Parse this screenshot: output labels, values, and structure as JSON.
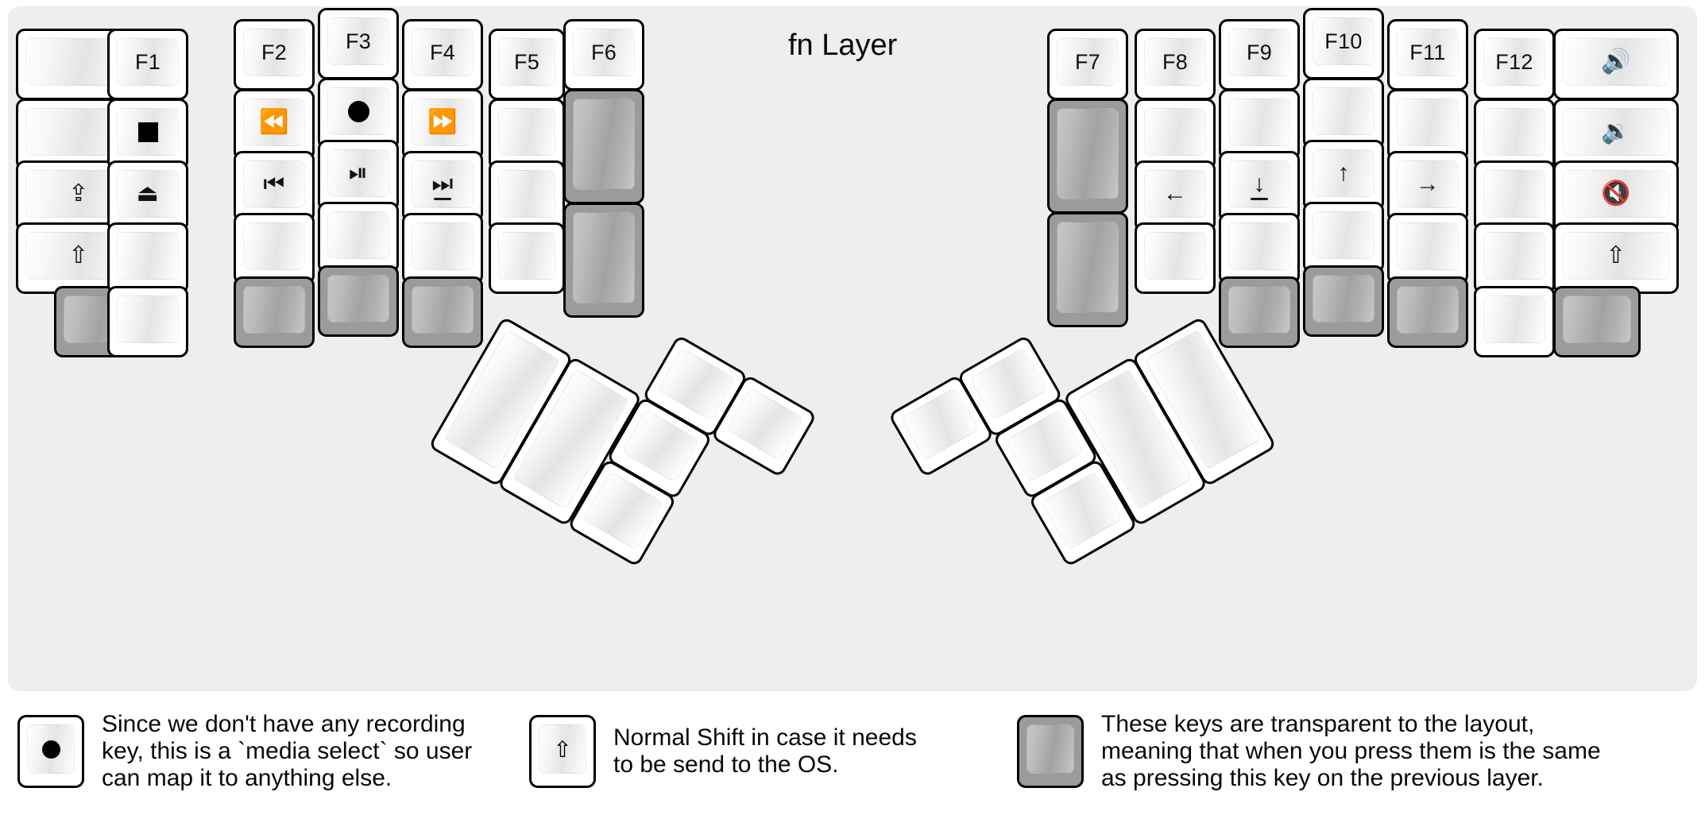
{
  "title": "fn Layer",
  "colors": {
    "canvas": "#ffffff",
    "panel": "#eeeeee",
    "key_face": "#ffffff",
    "key_border": "#000000",
    "transparent_key": "#9b9b9b",
    "legend_text": "#080808"
  },
  "left_half": {
    "columns": [
      {
        "name": "pinky-outer",
        "keys": [
          {
            "label": "",
            "glyph": "",
            "type": "normal"
          },
          {
            "label": "",
            "glyph": "",
            "type": "normal"
          },
          {
            "label": "",
            "glyph": "caps-lock-icon",
            "type": "normal"
          },
          {
            "label": "",
            "glyph": "shift-icon",
            "type": "normal"
          },
          {
            "label": "",
            "glyph": "",
            "type": "transparent"
          }
        ]
      },
      {
        "name": "pinky",
        "keys": [
          {
            "label": "F1",
            "glyph": "",
            "type": "normal"
          },
          {
            "label": "",
            "glyph": "media-stop-icon",
            "type": "normal"
          },
          {
            "label": "",
            "glyph": "media-eject-icon",
            "type": "normal"
          },
          {
            "label": "",
            "glyph": "",
            "type": "normal"
          },
          {
            "label": "",
            "glyph": "",
            "type": "normal"
          }
        ]
      },
      {
        "name": "ring",
        "keys": [
          {
            "label": "F2",
            "glyph": "",
            "type": "normal"
          },
          {
            "label": "",
            "glyph": "media-rewind-icon",
            "type": "normal"
          },
          {
            "label": "",
            "glyph": "media-prev-track-icon",
            "type": "normal"
          },
          {
            "label": "",
            "glyph": "",
            "type": "normal"
          },
          {
            "label": "",
            "glyph": "",
            "type": "transparent"
          }
        ]
      },
      {
        "name": "middle",
        "keys": [
          {
            "label": "F3",
            "glyph": "",
            "type": "normal"
          },
          {
            "label": "",
            "glyph": "media-record-icon",
            "type": "normal"
          },
          {
            "label": "",
            "glyph": "media-play-pause-icon",
            "type": "normal"
          },
          {
            "label": "",
            "glyph": "",
            "type": "normal"
          },
          {
            "label": "",
            "glyph": "",
            "type": "transparent"
          }
        ]
      },
      {
        "name": "index",
        "keys": [
          {
            "label": "F4",
            "glyph": "",
            "type": "normal"
          },
          {
            "label": "",
            "glyph": "media-fast-forward-icon",
            "type": "normal"
          },
          {
            "label": "",
            "glyph": "media-next-track-icon",
            "type": "normal",
            "homing": true
          },
          {
            "label": "",
            "glyph": "",
            "type": "normal"
          },
          {
            "label": "",
            "glyph": "",
            "type": "transparent"
          }
        ]
      },
      {
        "name": "index-inner",
        "keys": [
          {
            "label": "F5",
            "glyph": "",
            "type": "normal"
          },
          {
            "label": "",
            "glyph": "",
            "type": "normal"
          },
          {
            "label": "",
            "glyph": "",
            "type": "normal"
          },
          {
            "label": "",
            "glyph": "",
            "type": "normal"
          }
        ]
      },
      {
        "name": "extra",
        "keys": [
          {
            "label": "F6",
            "glyph": "",
            "type": "normal"
          },
          {
            "label": "",
            "glyph": "",
            "type": "transparent",
            "tall": true
          },
          {
            "label": "",
            "glyph": "",
            "type": "transparent",
            "tall": true
          }
        ]
      }
    ],
    "thumb_cluster": [
      {
        "name": "thumb-big-outer",
        "label": "",
        "type": "normal",
        "size": "2u"
      },
      {
        "name": "thumb-big-inner",
        "label": "",
        "type": "normal",
        "size": "2u"
      },
      {
        "name": "thumb-top-outer",
        "label": "",
        "type": "normal",
        "size": "1u"
      },
      {
        "name": "thumb-top-inner",
        "label": "",
        "type": "normal",
        "size": "1u"
      },
      {
        "name": "thumb-mid",
        "label": "",
        "type": "normal",
        "size": "1u"
      },
      {
        "name": "thumb-bottom",
        "label": "",
        "type": "normal",
        "size": "1u"
      }
    ]
  },
  "right_half": {
    "columns": [
      {
        "name": "extra",
        "keys": [
          {
            "label": "F7",
            "glyph": "",
            "type": "normal"
          },
          {
            "label": "",
            "glyph": "",
            "type": "transparent",
            "tall": true
          },
          {
            "label": "",
            "glyph": "",
            "type": "transparent",
            "tall": true
          }
        ]
      },
      {
        "name": "index-inner",
        "keys": [
          {
            "label": "F8",
            "glyph": "",
            "type": "normal"
          },
          {
            "label": "",
            "glyph": "",
            "type": "normal"
          },
          {
            "label": "",
            "glyph": "arrow-left-icon",
            "type": "normal"
          },
          {
            "label": "",
            "glyph": "",
            "type": "normal"
          }
        ]
      },
      {
        "name": "index",
        "keys": [
          {
            "label": "F9",
            "glyph": "",
            "type": "normal"
          },
          {
            "label": "",
            "glyph": "",
            "type": "normal"
          },
          {
            "label": "",
            "glyph": "arrow-down-icon",
            "type": "normal",
            "homing": true
          },
          {
            "label": "",
            "glyph": "",
            "type": "normal"
          },
          {
            "label": "",
            "glyph": "",
            "type": "transparent"
          }
        ]
      },
      {
        "name": "middle",
        "keys": [
          {
            "label": "F10",
            "glyph": "",
            "type": "normal"
          },
          {
            "label": "",
            "glyph": "",
            "type": "normal"
          },
          {
            "label": "",
            "glyph": "arrow-up-icon",
            "type": "normal"
          },
          {
            "label": "",
            "glyph": "",
            "type": "normal"
          },
          {
            "label": "",
            "glyph": "",
            "type": "transparent"
          }
        ]
      },
      {
        "name": "ring",
        "keys": [
          {
            "label": "F11",
            "glyph": "",
            "type": "normal"
          },
          {
            "label": "",
            "glyph": "",
            "type": "normal"
          },
          {
            "label": "",
            "glyph": "arrow-right-icon",
            "type": "normal"
          },
          {
            "label": "",
            "glyph": "",
            "type": "normal"
          },
          {
            "label": "",
            "glyph": "",
            "type": "transparent"
          }
        ]
      },
      {
        "name": "pinky",
        "keys": [
          {
            "label": "F12",
            "glyph": "",
            "type": "normal"
          },
          {
            "label": "",
            "glyph": "",
            "type": "normal"
          },
          {
            "label": "",
            "glyph": "",
            "type": "normal"
          },
          {
            "label": "",
            "glyph": "",
            "type": "normal"
          },
          {
            "label": "",
            "glyph": "",
            "type": "normal"
          }
        ]
      },
      {
        "name": "pinky-outer",
        "keys": [
          {
            "label": "",
            "glyph": "volume-up-icon",
            "type": "normal"
          },
          {
            "label": "",
            "glyph": "volume-down-icon",
            "type": "normal"
          },
          {
            "label": "",
            "glyph": "volume-mute-icon",
            "type": "normal"
          },
          {
            "label": "",
            "glyph": "shift-icon",
            "type": "normal"
          },
          {
            "label": "",
            "glyph": "",
            "type": "transparent"
          }
        ]
      }
    ],
    "thumb_cluster": [
      {
        "name": "thumb-big-outer",
        "label": "",
        "type": "normal",
        "size": "2u"
      },
      {
        "name": "thumb-big-inner",
        "label": "",
        "type": "normal",
        "size": "2u"
      },
      {
        "name": "thumb-top-outer",
        "label": "",
        "type": "normal",
        "size": "1u"
      },
      {
        "name": "thumb-top-inner",
        "label": "",
        "type": "normal",
        "size": "1u"
      },
      {
        "name": "thumb-mid",
        "label": "",
        "type": "normal",
        "size": "1u"
      },
      {
        "name": "thumb-bottom",
        "label": "",
        "type": "normal",
        "size": "1u"
      }
    ]
  },
  "legend": [
    {
      "key_icon": "media-record-icon",
      "key_type": "normal",
      "text": "Since we don't have any recording\nkey, this is a `media select` so user\ncan map it to anything else."
    },
    {
      "key_icon": "shift-icon",
      "key_type": "normal",
      "text": "Normal Shift in case it needs\nto be send to the OS."
    },
    {
      "key_icon": "",
      "key_type": "transparent",
      "text": "These keys are transparent to the layout,\nmeaning that when you press them is the same\nas pressing this key on the previous layer."
    }
  ]
}
